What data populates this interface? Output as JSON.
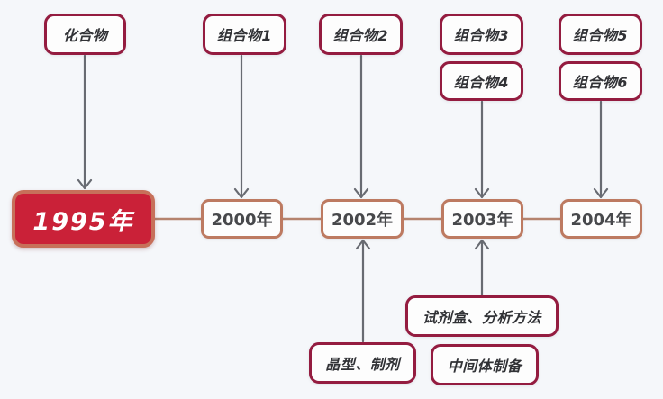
{
  "diagram_title": "patent-family-timeline",
  "nodes": {
    "root": "1995年",
    "years": [
      "2000年",
      "2002年",
      "2003年",
      "2004年"
    ],
    "top": [
      "化合物",
      "组合物1",
      "组合物2",
      "组合物3",
      "组合物4",
      "组合物5",
      "组合物6"
    ],
    "bottom": [
      "晶型、制剂",
      "试剂盒、分析方法",
      "中间体制备"
    ]
  },
  "connections": {
    "down_arrows": [
      {
        "from": "化合物",
        "to": "1995年"
      },
      {
        "from": "组合物1",
        "to": "2000年"
      },
      {
        "from": "组合物2",
        "to": "2002年"
      },
      {
        "from": "组合物4",
        "to": "2003年"
      },
      {
        "from": "组合物6",
        "to": "2004年"
      }
    ],
    "up_arrows": [
      {
        "from": "晶型、制剂",
        "to": "2002年"
      },
      {
        "from": "试剂盒、分析方法",
        "to": "2003年"
      }
    ],
    "timeline_order": [
      "1995年",
      "2000年",
      "2002年",
      "2003年",
      "2004年"
    ]
  },
  "colors": {
    "background": "#f5f7fa",
    "node_border": "#941c40",
    "year_border": "#bd7a61",
    "timeline_line": "#b5836e",
    "arrow": "#686b72",
    "root_fill": "#ca2138",
    "root_border": "#c7705a",
    "node_text": "#313236",
    "year_text": "#47484b",
    "root_text": "#ffffff"
  }
}
